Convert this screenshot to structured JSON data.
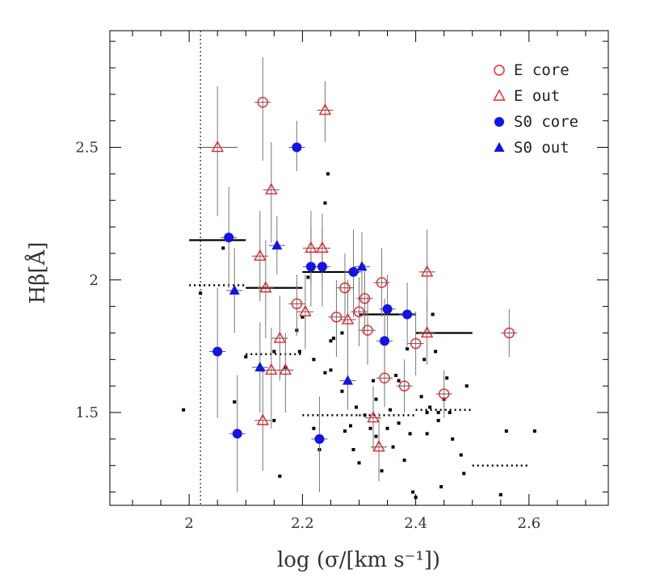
{
  "chart_data": {
    "type": "scatter",
    "xlabel": "log (σ/[km s⁻¹])",
    "ylabel": "Hβ[Å]",
    "xlim": [
      1.86,
      2.74
    ],
    "ylim": [
      1.15,
      2.94
    ],
    "xticks": [
      2,
      2.2,
      2.4,
      2.6
    ],
    "xtick_labels": [
      "2",
      "2.2",
      "2.4",
      "2.6"
    ],
    "yticks": [
      1.5,
      2,
      2.5
    ],
    "ytick_labels": [
      "1.5",
      "2",
      "2.5"
    ],
    "grid": false,
    "legend_position": "top-right",
    "reference_line_x": 2.02,
    "series": [
      {
        "name": "E core",
        "marker": "open-circle",
        "color": "#e8232a",
        "points": [
          {
            "x": 2.13,
            "y": 2.67,
            "ylo": 2.45,
            "yhi": 2.84
          },
          {
            "x": 2.19,
            "y": 1.91,
            "ylo": 1.79,
            "yhi": 2.02
          },
          {
            "x": 2.26,
            "y": 1.86,
            "ylo": 1.71,
            "yhi": 2.0
          },
          {
            "x": 2.275,
            "y": 1.97,
            "ylo": 1.84,
            "yhi": 2.1
          },
          {
            "x": 2.3,
            "y": 1.88,
            "ylo": 1.75,
            "yhi": 2.01
          },
          {
            "x": 2.31,
            "y": 1.93,
            "ylo": 1.8,
            "yhi": 2.06
          },
          {
            "x": 2.315,
            "y": 1.81,
            "ylo": 1.68,
            "yhi": 1.94
          },
          {
            "x": 2.34,
            "y": 1.99,
            "ylo": 1.86,
            "yhi": 2.12
          },
          {
            "x": 2.345,
            "y": 1.63,
            "ylo": 1.52,
            "yhi": 1.74
          },
          {
            "x": 2.38,
            "y": 1.6,
            "ylo": 1.5,
            "yhi": 1.7
          },
          {
            "x": 2.4,
            "y": 1.76,
            "ylo": 1.64,
            "yhi": 1.88
          },
          {
            "x": 2.45,
            "y": 1.57,
            "ylo": 1.48,
            "yhi": 1.66
          },
          {
            "x": 2.565,
            "y": 1.8,
            "ylo": 1.71,
            "yhi": 1.89
          }
        ]
      },
      {
        "name": "E out",
        "marker": "open-triangle",
        "color": "#e8232a",
        "points": [
          {
            "x": 2.05,
            "y": 2.5,
            "ylo": 2.24,
            "yhi": 2.73,
            "xerr": 0.035
          },
          {
            "x": 2.125,
            "y": 2.09,
            "ylo": 1.92,
            "yhi": 2.26
          },
          {
            "x": 2.13,
            "y": 1.47,
            "ylo": 1.28,
            "yhi": 1.66
          },
          {
            "x": 2.135,
            "y": 1.97,
            "ylo": 1.78,
            "yhi": 2.15
          },
          {
            "x": 2.145,
            "y": 1.66,
            "ylo": 1.44,
            "yhi": 1.82
          },
          {
            "x": 2.145,
            "y": 2.34,
            "ylo": 2.14,
            "yhi": 2.52
          },
          {
            "x": 2.16,
            "y": 1.78,
            "ylo": 1.62,
            "yhi": 1.94
          },
          {
            "x": 2.17,
            "y": 1.66,
            "ylo": 1.5,
            "yhi": 1.8
          },
          {
            "x": 2.205,
            "y": 1.88,
            "ylo": 1.74,
            "yhi": 2.02
          },
          {
            "x": 2.215,
            "y": 2.12,
            "ylo": 1.98,
            "yhi": 2.26
          },
          {
            "x": 2.235,
            "y": 2.12,
            "ylo": 1.99,
            "yhi": 2.25
          },
          {
            "x": 2.24,
            "y": 2.64,
            "ylo": 2.52,
            "yhi": 2.75
          },
          {
            "x": 2.28,
            "y": 1.85,
            "ylo": 1.7,
            "yhi": 2.0
          },
          {
            "x": 2.325,
            "y": 1.48,
            "ylo": 1.36,
            "yhi": 1.6
          },
          {
            "x": 2.335,
            "y": 1.37,
            "ylo": 1.24,
            "yhi": 1.5
          },
          {
            "x": 2.42,
            "y": 1.8,
            "ylo": 1.68,
            "yhi": 1.92
          },
          {
            "x": 2.42,
            "y": 2.03,
            "ylo": 1.88,
            "yhi": 2.19
          }
        ]
      },
      {
        "name": "S0 core",
        "marker": "filled-circle",
        "color": "#1414e6",
        "points": [
          {
            "x": 2.05,
            "y": 1.73,
            "ylo": 1.48,
            "yhi": 1.97
          },
          {
            "x": 2.07,
            "y": 2.16,
            "ylo": 1.97,
            "yhi": 2.35
          },
          {
            "x": 2.085,
            "y": 1.42,
            "ylo": 1.2,
            "yhi": 1.64
          },
          {
            "x": 2.19,
            "y": 2.5,
            "ylo": 2.41,
            "yhi": 2.6
          },
          {
            "x": 2.215,
            "y": 2.05,
            "ylo": 1.9,
            "yhi": 2.2
          },
          {
            "x": 2.23,
            "y": 1.4,
            "ylo": 1.2,
            "yhi": 1.56
          },
          {
            "x": 2.235,
            "y": 2.05,
            "ylo": 1.9,
            "yhi": 2.2
          },
          {
            "x": 2.29,
            "y": 2.03,
            "ylo": 1.86,
            "yhi": 2.19
          },
          {
            "x": 2.345,
            "y": 1.77,
            "ylo": 1.61,
            "yhi": 1.93
          },
          {
            "x": 2.35,
            "y": 1.89,
            "ylo": 1.76,
            "yhi": 2.02
          },
          {
            "x": 2.385,
            "y": 1.87,
            "ylo": 1.75,
            "yhi": 1.99
          }
        ]
      },
      {
        "name": "S0 out",
        "marker": "filled-triangle",
        "color": "#1414e6",
        "points": [
          {
            "x": 2.08,
            "y": 1.96,
            "ylo": 1.8,
            "yhi": 2.12
          },
          {
            "x": 2.125,
            "y": 1.67,
            "ylo": 1.5,
            "yhi": 1.84
          },
          {
            "x": 2.155,
            "y": 2.13,
            "ylo": 2.02,
            "yhi": 2.24
          },
          {
            "x": 2.28,
            "y": 1.62,
            "ylo": 1.51,
            "yhi": 1.73
          },
          {
            "x": 2.305,
            "y": 2.05,
            "ylo": 1.92,
            "yhi": 2.18
          }
        ]
      }
    ],
    "small_points": [
      [
        1.99,
        1.51
      ],
      [
        2.02,
        1.95
      ],
      [
        2.06,
        2.12
      ],
      [
        2.08,
        1.54
      ],
      [
        2.1,
        1.71
      ],
      [
        2.13,
        1.66
      ],
      [
        2.15,
        1.73
      ],
      [
        2.15,
        1.47
      ],
      [
        2.16,
        1.26
      ],
      [
        2.17,
        1.67
      ],
      [
        2.19,
        1.81
      ],
      [
        2.195,
        1.73
      ],
      [
        2.2,
        1.86
      ],
      [
        2.21,
        2.01
      ],
      [
        2.22,
        1.7
      ],
      [
        2.22,
        1.44
      ],
      [
        2.23,
        1.41
      ],
      [
        2.23,
        1.36
      ],
      [
        2.24,
        2.29
      ],
      [
        2.245,
        2.4
      ],
      [
        2.24,
        1.65
      ],
      [
        2.25,
        1.77
      ],
      [
        2.25,
        1.66
      ],
      [
        2.255,
        1.78
      ],
      [
        2.27,
        1.58
      ],
      [
        2.27,
        1.8
      ],
      [
        2.275,
        1.43
      ],
      [
        2.285,
        1.45
      ],
      [
        2.29,
        1.36
      ],
      [
        2.295,
        1.52
      ],
      [
        2.3,
        1.31
      ],
      [
        2.31,
        1.49
      ],
      [
        2.32,
        1.44
      ],
      [
        2.325,
        1.62
      ],
      [
        2.33,
        1.41
      ],
      [
        2.34,
        1.28
      ],
      [
        2.35,
        1.44
      ],
      [
        2.355,
        1.51
      ],
      [
        2.36,
        1.37
      ],
      [
        2.365,
        1.64
      ],
      [
        2.37,
        1.46
      ],
      [
        2.38,
        1.32
      ],
      [
        2.385,
        1.74
      ],
      [
        2.39,
        1.42
      ],
      [
        2.395,
        1.2
      ],
      [
        2.4,
        1.18
      ],
      [
        2.41,
        1.56
      ],
      [
        2.415,
        1.7
      ],
      [
        2.42,
        1.5
      ],
      [
        2.425,
        1.52
      ],
      [
        2.43,
        1.87
      ],
      [
        2.435,
        1.73
      ],
      [
        2.44,
        1.5
      ],
      [
        2.445,
        1.22
      ],
      [
        2.45,
        1.55
      ],
      [
        2.455,
        1.63
      ],
      [
        2.46,
        1.5
      ],
      [
        2.465,
        1.4
      ],
      [
        2.48,
        1.34
      ],
      [
        2.485,
        1.27
      ],
      [
        2.49,
        1.6
      ],
      [
        2.55,
        1.19
      ],
      [
        2.56,
        1.43
      ],
      [
        2.61,
        1.43
      ],
      [
        2.44,
        1.47
      ],
      [
        2.42,
        1.42
      ],
      [
        2.37,
        1.62
      ],
      [
        2.33,
        1.55
      ]
    ],
    "binned_means": {
      "solid": [
        {
          "x0": 2.0,
          "x1": 2.1,
          "y": 2.15
        },
        {
          "x0": 2.1,
          "x1": 2.2,
          "y": 1.97
        },
        {
          "x0": 2.2,
          "x1": 2.3,
          "y": 2.03
        },
        {
          "x0": 2.3,
          "x1": 2.4,
          "y": 1.87
        },
        {
          "x0": 2.4,
          "x1": 2.5,
          "y": 1.8
        }
      ],
      "dotted": [
        {
          "x0": 2.0,
          "x1": 2.1,
          "y": 1.98
        },
        {
          "x0": 2.1,
          "x1": 2.2,
          "y": 1.72
        },
        {
          "x0": 2.2,
          "x1": 2.3,
          "y": 1.49
        },
        {
          "x0": 2.3,
          "x1": 2.4,
          "y": 1.49
        },
        {
          "x0": 2.4,
          "x1": 2.5,
          "y": 1.51
        },
        {
          "x0": 2.5,
          "x1": 2.6,
          "y": 1.3
        }
      ]
    }
  }
}
